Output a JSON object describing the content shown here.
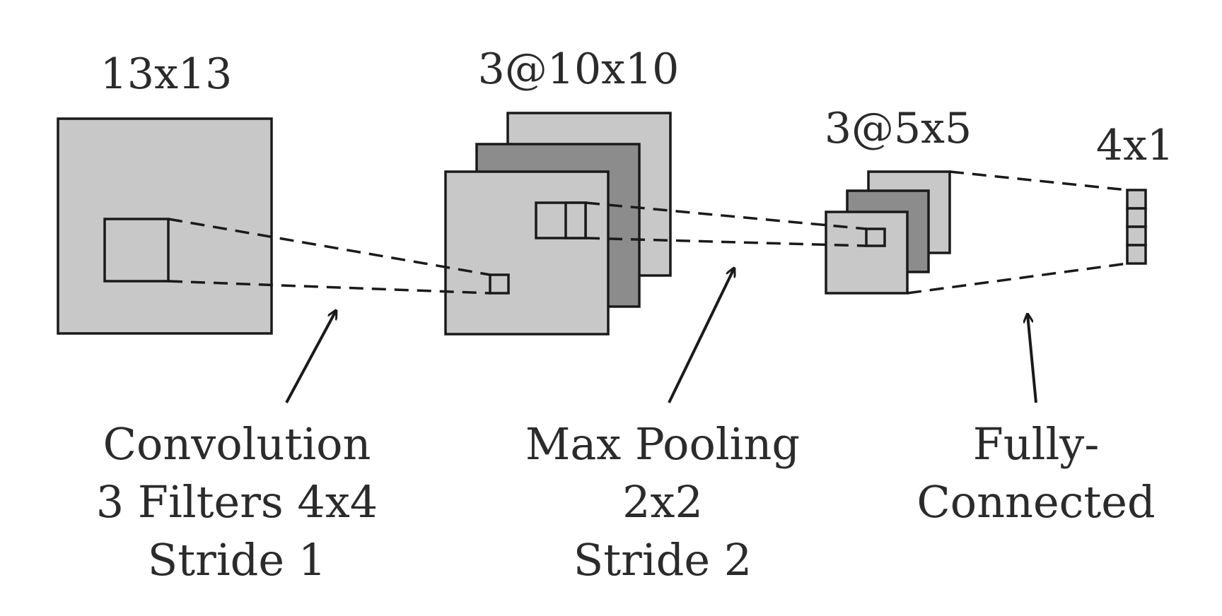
{
  "labels": {
    "input": "13x13",
    "conv_output": "3@10x10",
    "pool_output": "3@5x5",
    "fc_output": "4x1"
  },
  "captions": {
    "convolution": [
      "Convolution",
      "3 Filters 4x4",
      "Stride 1"
    ],
    "max_pooling": [
      "Max Pooling",
      "2x2",
      "Stride 2"
    ],
    "fully_connected": [
      "Fully-",
      "Connected"
    ]
  },
  "colors": {
    "map_light": "#c8c8c8",
    "map_dark": "#8c8c8c",
    "stroke": "#1a1a1a",
    "text": "#2b2b2b"
  }
}
